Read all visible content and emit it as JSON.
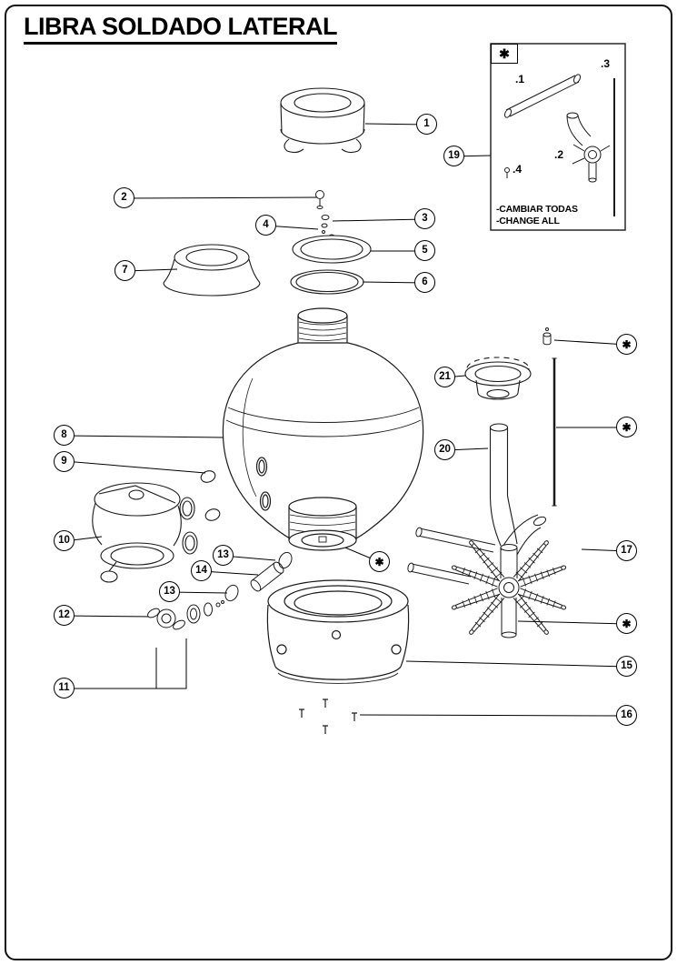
{
  "page": {
    "title": "LIBRA SOLDADO LATERAL"
  },
  "callouts": {
    "c1": "1",
    "c2": "2",
    "c3": "3",
    "c4": "4",
    "c5": "5",
    "c6": "6",
    "c7": "7",
    "c8": "8",
    "c9": "9",
    "c10": "10",
    "c11": "11",
    "c12": "12",
    "c13a": "13",
    "c13b": "13",
    "c14": "14",
    "c15": "15",
    "c16": "16",
    "c17": "17",
    "c19": "19",
    "c20": "20",
    "c21": "21",
    "star": "✱"
  },
  "inset": {
    "corner_mark": "✱",
    "item1": ".1",
    "item2": ".2",
    "item3": ".3",
    "item4": ".4",
    "note1": "-CAMBIAR TODAS",
    "note2": "-CHANGE ALL"
  }
}
